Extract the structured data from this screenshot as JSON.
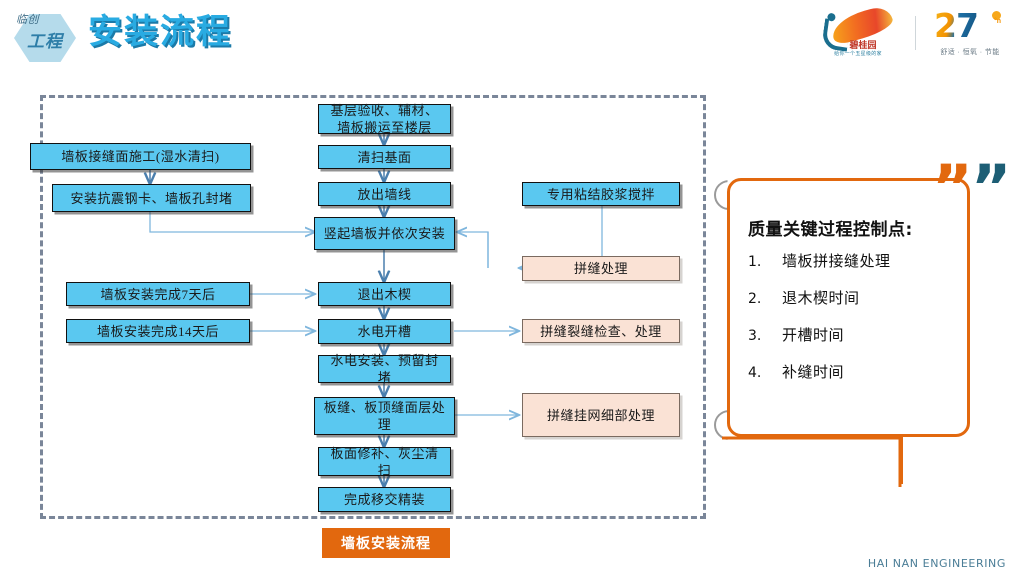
{
  "header": {
    "title": "安装流程",
    "logo_mark_top": "临创",
    "logo_mark_main": "工程",
    "brand_country_garden": {
      "name_cn": "碧桂园",
      "tagline": "给你一个五星级的家",
      "icon": "country-garden-swoosh-icon"
    },
    "brand_27": {
      "number": "27",
      "degree_unit": "°n",
      "tagline": "舒适 · 恒氧 · 节能"
    }
  },
  "flow": {
    "caption": "墙板安装流程",
    "nodes": [
      {
        "id": "n1",
        "text": "基层验收、辅材、墙板搬运至楼层",
        "style": "blue",
        "col": "center"
      },
      {
        "id": "n2",
        "text": "清扫基面",
        "style": "blue",
        "col": "center"
      },
      {
        "id": "n3",
        "text": "放出墙线",
        "style": "blue",
        "col": "center"
      },
      {
        "id": "n4",
        "text": "竖起墙板并依次安装",
        "style": "blue",
        "col": "center"
      },
      {
        "id": "n5",
        "text": "退出木楔",
        "style": "blue",
        "col": "center"
      },
      {
        "id": "n6",
        "text": "水电开槽",
        "style": "blue",
        "col": "center"
      },
      {
        "id": "n7",
        "text": "水电安装、预留封堵",
        "style": "blue",
        "col": "center"
      },
      {
        "id": "n8",
        "text": "板缝、板顶缝面层处理",
        "style": "blue",
        "col": "center"
      },
      {
        "id": "n9",
        "text": "板面修补、灰尘清扫",
        "style": "blue",
        "col": "center"
      },
      {
        "id": "n10",
        "text": "完成移交精装",
        "style": "blue",
        "col": "center"
      },
      {
        "id": "L1",
        "text": "墙板接缝面施工(湿水清扫)",
        "style": "blue",
        "col": "left"
      },
      {
        "id": "L2",
        "text": "安装抗震钢卡、墙板孔封堵",
        "style": "blue",
        "col": "left"
      },
      {
        "id": "L3",
        "text": "墙板安装完成7天后",
        "style": "blue",
        "col": "left"
      },
      {
        "id": "L4",
        "text": "墙板安装完成14天后",
        "style": "blue",
        "col": "left"
      },
      {
        "id": "R1",
        "text": "专用粘结胶浆搅拌",
        "style": "blue",
        "col": "right"
      },
      {
        "id": "R2",
        "text": "拼缝处理",
        "style": "peach",
        "col": "right"
      },
      {
        "id": "R3",
        "text": "拼缝裂缝检查、处理",
        "style": "peach",
        "col": "right"
      },
      {
        "id": "R4",
        "text": "拼缝挂网细部处理",
        "style": "peach",
        "col": "right"
      }
    ]
  },
  "callout": {
    "title": "质量关键过程控制点:",
    "items": [
      {
        "num": "1.",
        "text": "墙板拼接缝处理"
      },
      {
        "num": "2.",
        "text": "退木楔时间"
      },
      {
        "num": "3.",
        "text": "开槽时间"
      },
      {
        "num": "4.",
        "text": "补缝时间"
      }
    ],
    "quote_glyph": "❞"
  },
  "footer": {
    "text": "HAI NAN ENGINEERING"
  },
  "colors": {
    "node_blue": "#5ac8f0",
    "node_peach": "#fae2d5",
    "accent_orange": "#e2680e",
    "title_blue": "#29abe2",
    "dash_border": "#7a8699",
    "wire_blue": "#7fb6dd",
    "footer_blue": "#4a7d96"
  }
}
